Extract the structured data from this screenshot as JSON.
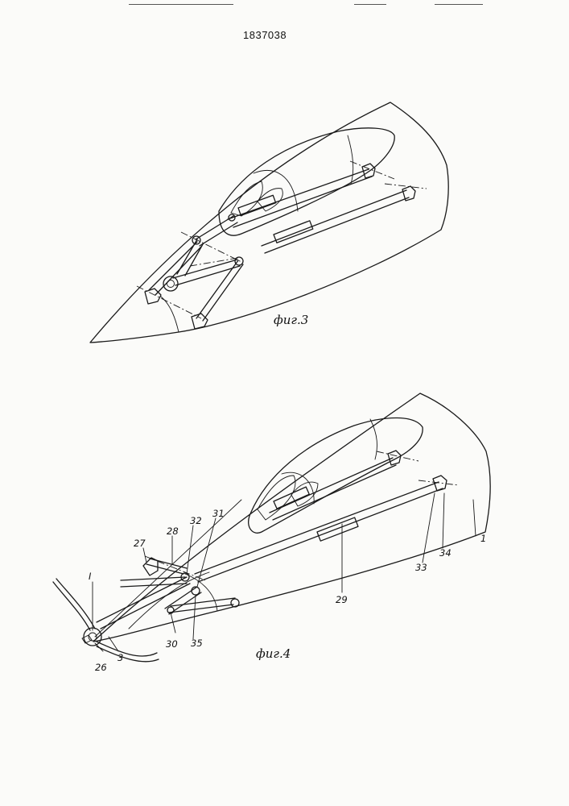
{
  "document": {
    "number": "1837038"
  },
  "figures": [
    {
      "caption": "фиг.3"
    },
    {
      "caption": "фиг.4",
      "reference_labels": [
        "1",
        "3",
        "26",
        "27",
        "28",
        "29",
        "30",
        "31",
        "32",
        "33",
        "34",
        "35",
        "I"
      ]
    }
  ]
}
